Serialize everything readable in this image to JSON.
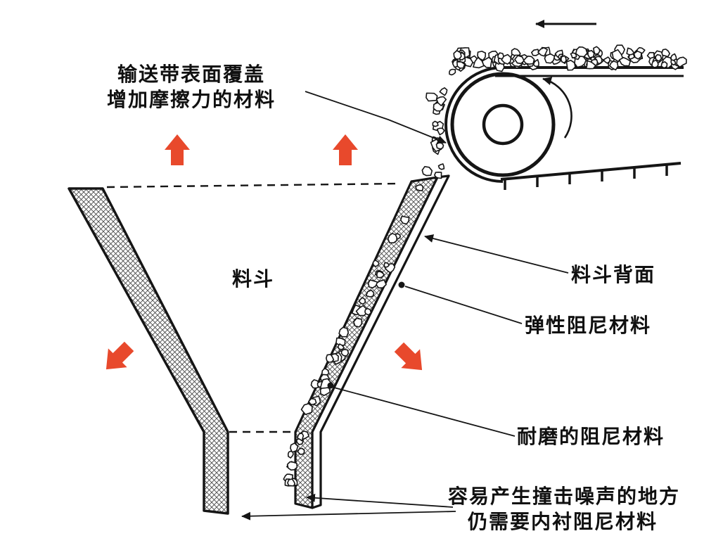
{
  "page": {
    "background": "#ffffff"
  },
  "diagram": {
    "labels": {
      "belt_cover_line1": "输送带表面覆盖",
      "belt_cover_line2": "增加摩擦力的材料",
      "hopper": "料斗",
      "hopper_back": "料斗背面",
      "elastic_damping": "弹性阻尼材料",
      "wear_damping": "耐磨的阻尼材料",
      "impact_line1": "容易产生撞击噪声的地方",
      "impact_line2": "仍需要内衬阻尼材料"
    },
    "colors": {
      "flow_arrow": "#e8492c",
      "ink": "#151515"
    }
  }
}
